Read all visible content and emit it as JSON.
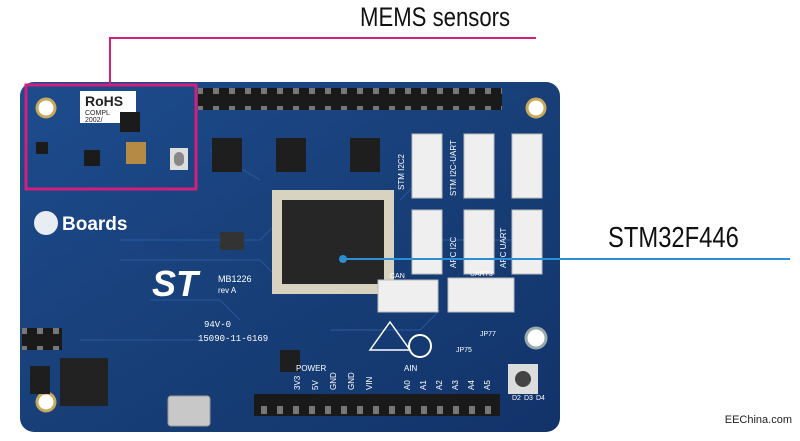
{
  "callouts": {
    "mems": "MEMS sensors",
    "stm": "STM32F446"
  },
  "board": {
    "brand": "Boards",
    "rohs": "RoHS",
    "rohs_sub": "COMPL",
    "rohs_year": "2002/",
    "st_logo": "ST",
    "model": "MB1226",
    "rev": "rev A",
    "cert1": "94V-0",
    "cert2": "15090-11-6169",
    "power_label": "POWER",
    "ain_label": "AIN",
    "stm_left": "STM I2C2",
    "stm_mid": "STM I2C-UART",
    "apc_i2c": "APC I2C",
    "apc_uart": "APC UART",
    "can": "CAN",
    "uart3": "UART3",
    "bottom_pins": [
      "3V3",
      "5V",
      "GND",
      "GND",
      "VIN"
    ],
    "analog_pins": [
      "A0",
      "A1",
      "A2",
      "A3",
      "A4",
      "A5"
    ],
    "jp75": "JP75",
    "jp77": "JP77",
    "leds": [
      "D2",
      "D3",
      "D4"
    ]
  },
  "watermark": "EEChina.com",
  "colors": {
    "pcb": "#18407a",
    "pcb_dark": "#0f2d5c",
    "accent": "#d01f7c",
    "callout_line": "#2b8fd6"
  }
}
